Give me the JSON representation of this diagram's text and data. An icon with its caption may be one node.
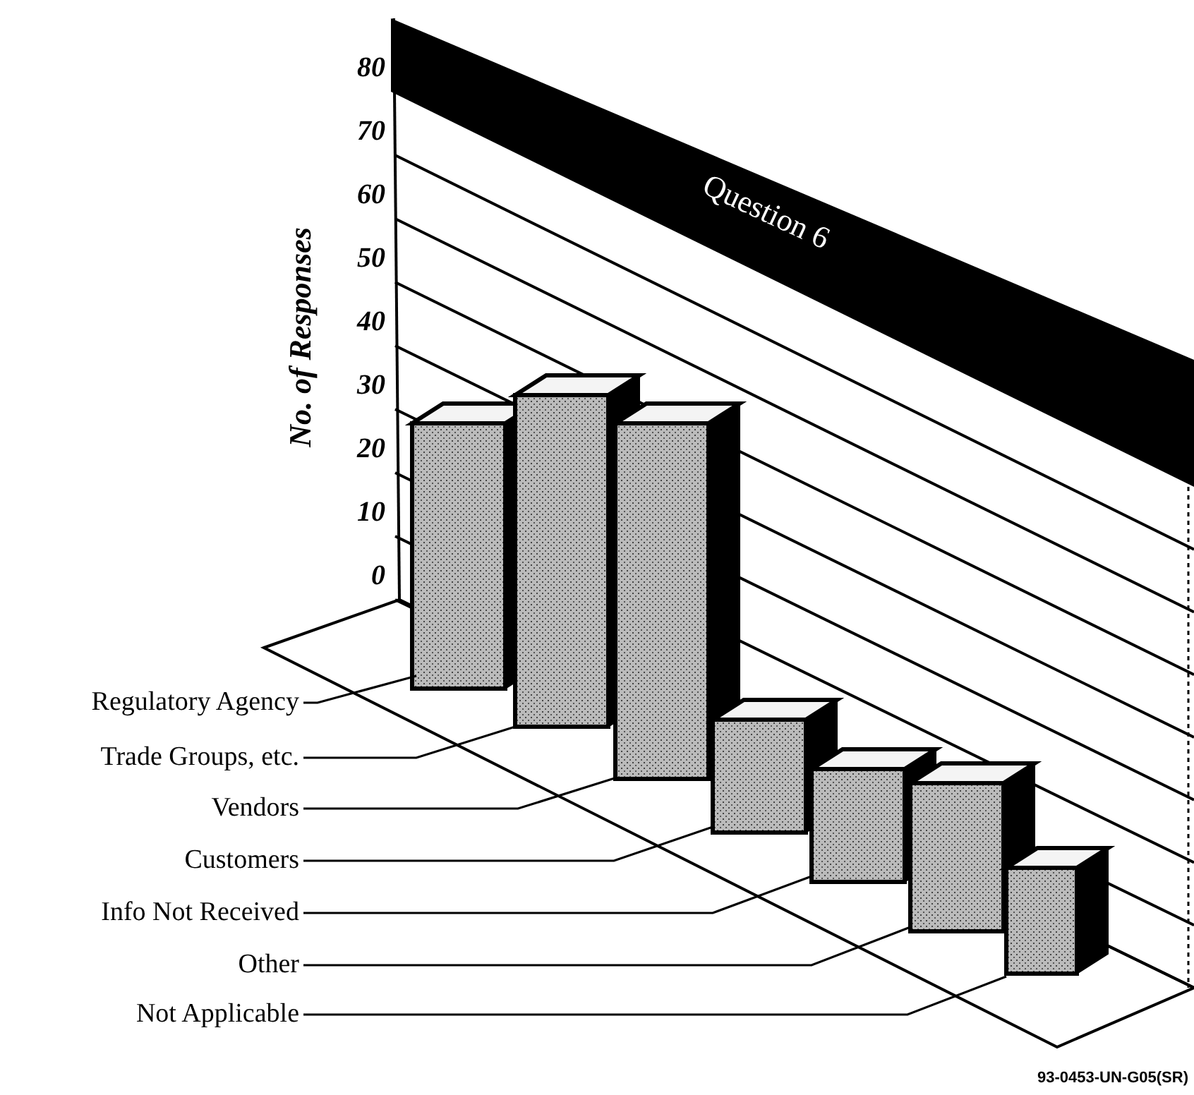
{
  "diagram": {
    "title": "Question 6",
    "nodes": [
      {
        "text": [
          "Regulatory Agency"
        ]
      },
      {
        "text": [
          "Trade Groups, etc."
        ]
      },
      {
        "text": [
          "Vendors"
        ]
      },
      {
        "text": [
          "Customers"
        ]
      },
      {
        "text": [
          "Info Not Received"
        ]
      },
      {
        "text": [
          "Other"
        ]
      },
      {
        "text": [
          "Not Applicable"
        ]
      }
    ],
    "edges": [
      {
        "from": 0,
        "to": null,
        "arrow": "none"
      },
      {
        "from": 1,
        "to": null,
        "arrow": "none"
      },
      {
        "from": 2,
        "to": null,
        "arrow": "none"
      },
      {
        "from": 3,
        "to": null,
        "arrow": "none"
      },
      {
        "from": 4,
        "to": null,
        "arrow": "none"
      },
      {
        "from": 5,
        "to": null,
        "arrow": "none"
      },
      {
        "from": 6,
        "to": null,
        "arrow": "none"
      }
    ],
    "labels": [
      "80",
      "70",
      "60",
      "50",
      "40",
      "30",
      "20",
      "10",
      "0",
      "No. of Responses",
      "93-0453-UN-G05(SR)"
    ]
  }
}
